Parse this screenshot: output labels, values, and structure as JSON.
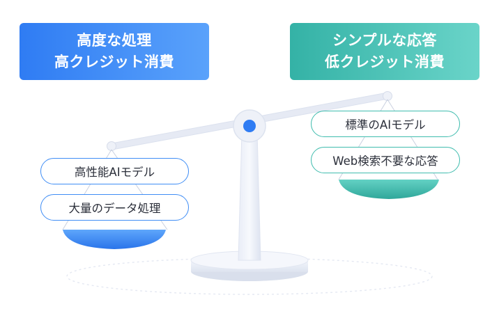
{
  "left_banner": {
    "line1": "高度な処理",
    "line2": "高クレジット消費"
  },
  "right_banner": {
    "line1": "シンプルな応答",
    "line2": "低クレジット消費"
  },
  "left_items": [
    "高性能AIモデル",
    "大量のデータ処理"
  ],
  "right_items": [
    "標準のAIモデル",
    "Web検索不要な応答"
  ],
  "colors": {
    "blue_accent": "#2f7cf3",
    "teal_accent": "#34b2a6",
    "scale_body": "#e3e8f4",
    "pivot": "#2f7cf3"
  }
}
